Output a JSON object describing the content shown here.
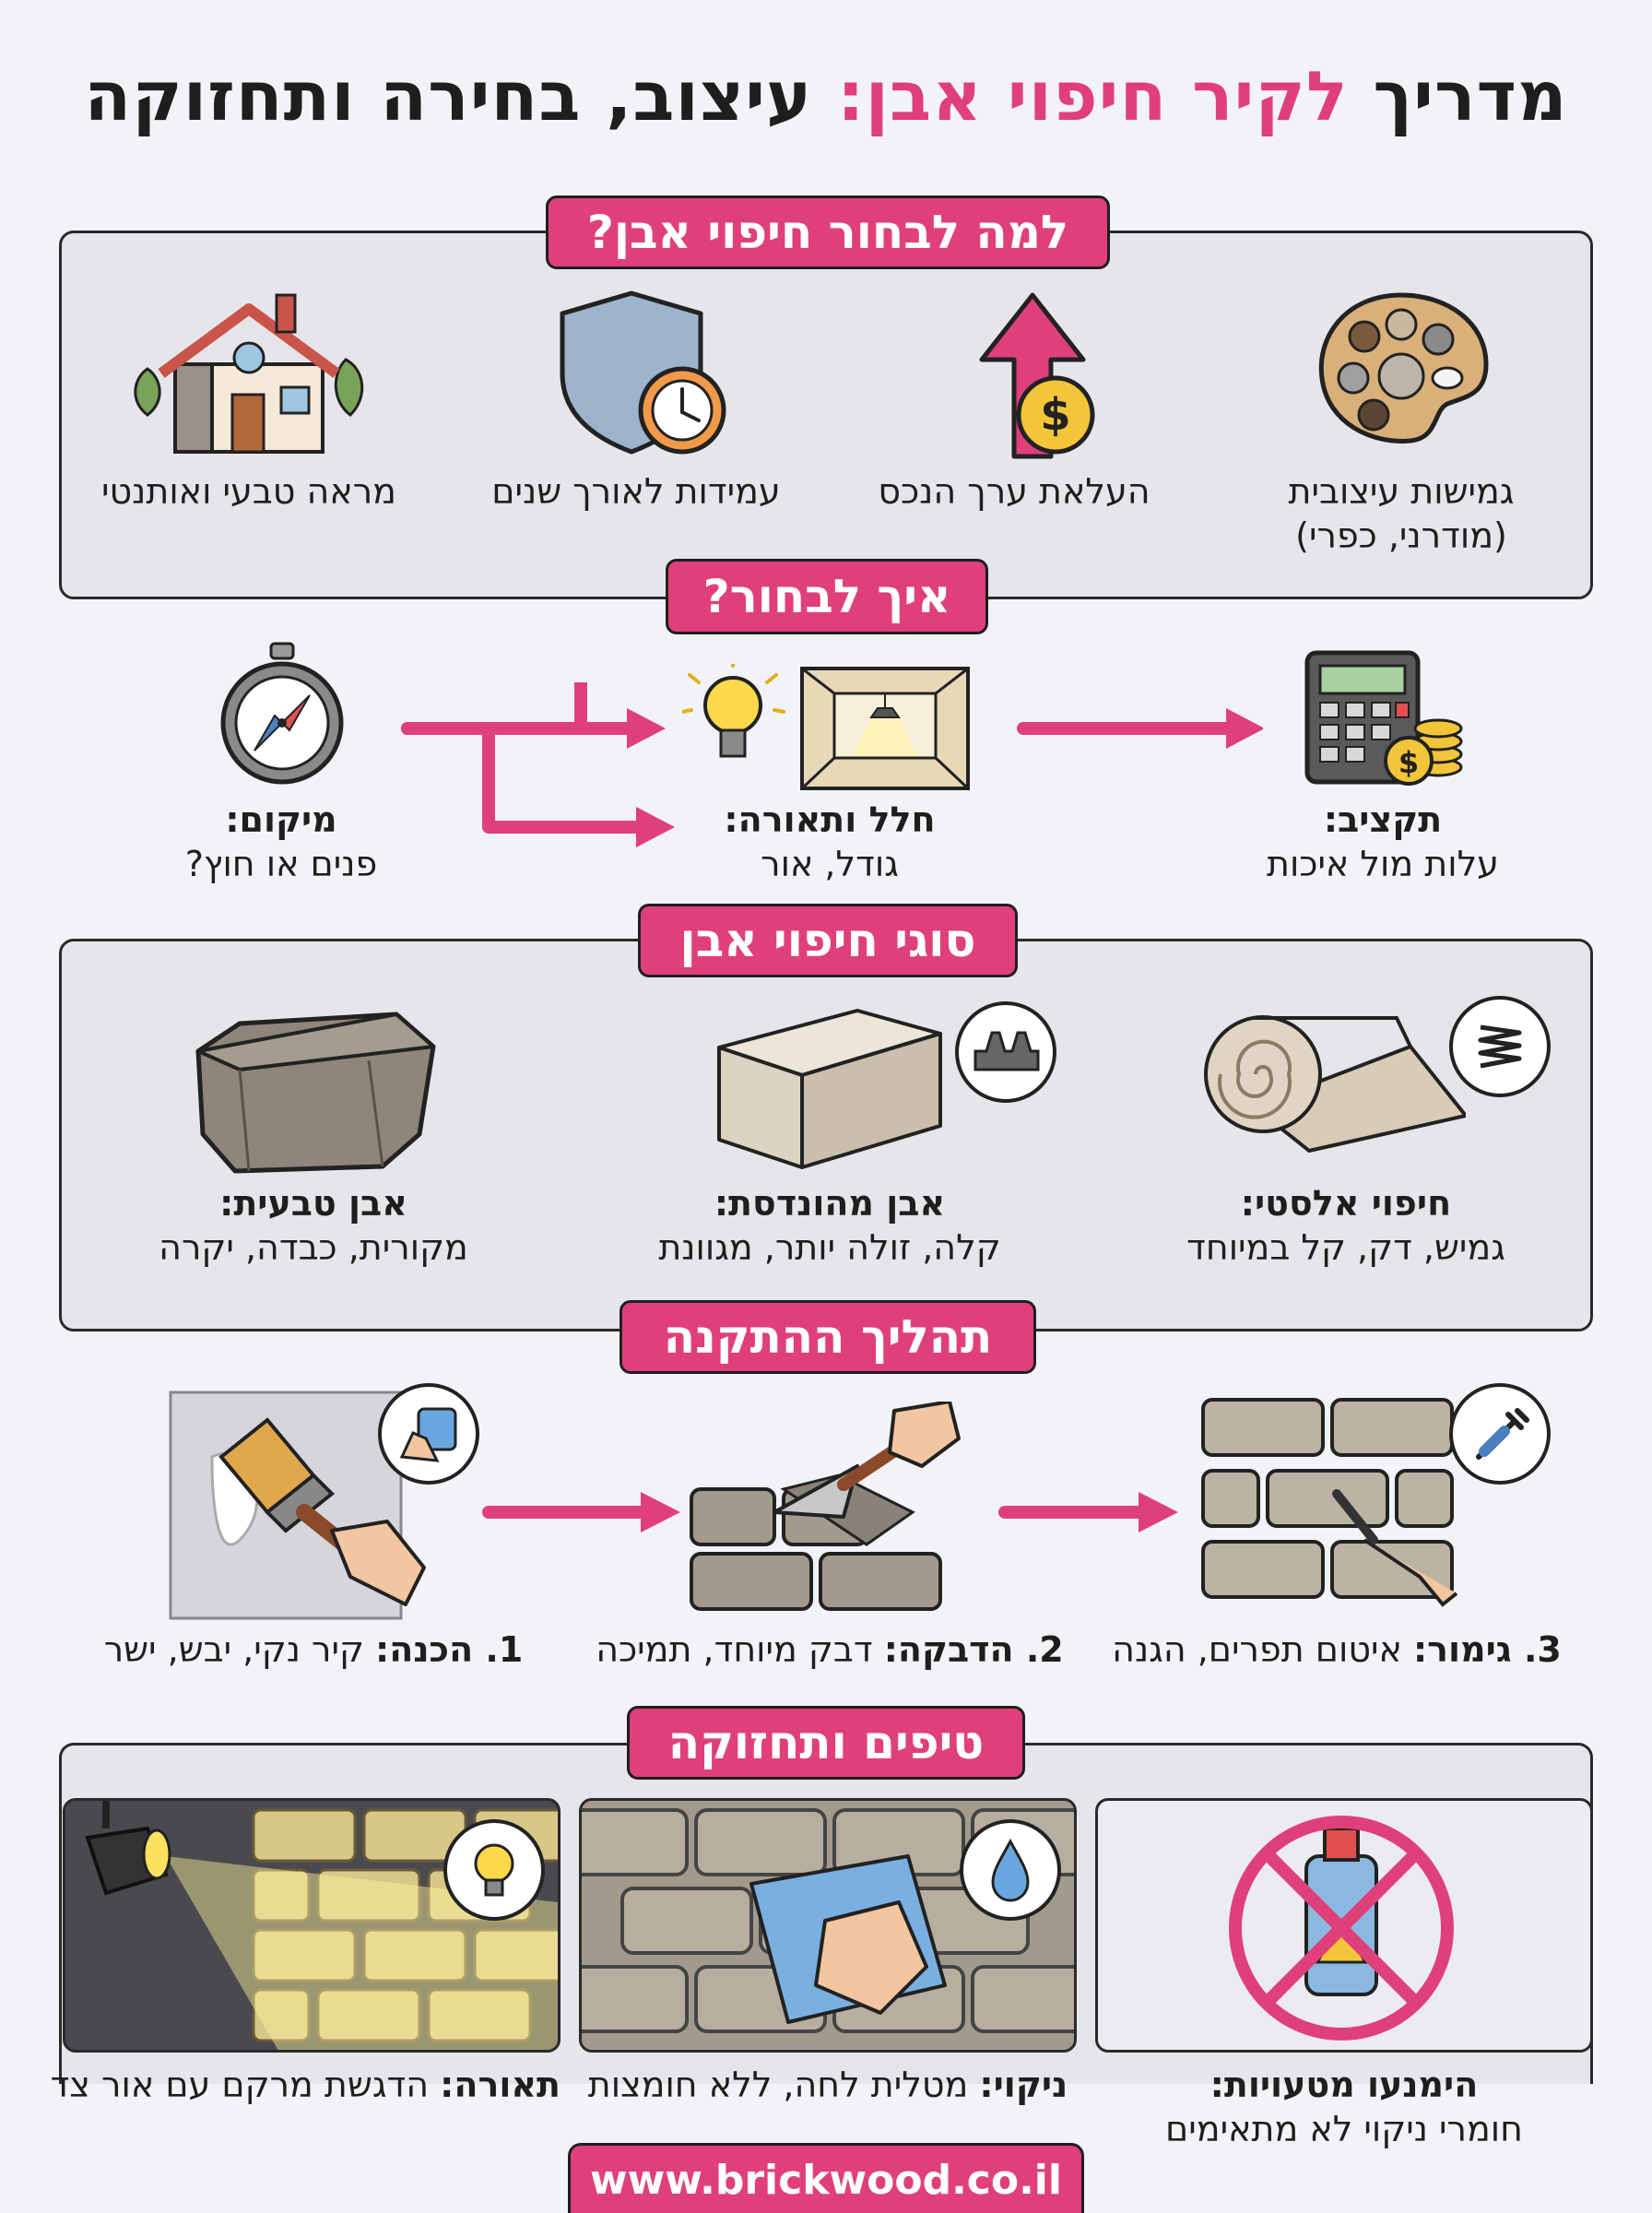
{
  "title": {
    "part1": "מדריך",
    "highlight": "לקיר חיפוי אבן:",
    "part2": "עיצוב, בחירה ותחזוקה"
  },
  "why": {
    "heading": "למה לבחור חיפוי אבן?",
    "items": [
      {
        "line1": "גמישות עיצובית",
        "line2": "(מודרני, כפרי)"
      },
      {
        "line1": "העלאת ערך הנכס"
      },
      {
        "line1": "עמידות לאורך שנים"
      },
      {
        "line1": "מראה טבעי ואותנטי"
      }
    ]
  },
  "how": {
    "heading": "איך לבחור?",
    "items": [
      {
        "title": "תקציב:",
        "desc": "עלות מול איכות"
      },
      {
        "title": "חלל ותאורה:",
        "desc": "גודל, אור"
      },
      {
        "title": "מיקום:",
        "desc": "פנים או חוץ?"
      }
    ]
  },
  "types": {
    "heading": "סוגי חיפוי אבן",
    "items": [
      {
        "title": "חיפוי אלסטי:",
        "desc": "גמיש, דק, קל במיוחד"
      },
      {
        "title": "אבן מהונדסת:",
        "desc": "קלה, זולה יותר, מגוונת"
      },
      {
        "title": "אבן טבעית:",
        "desc": "מקורית, כבדה, יקרה"
      }
    ]
  },
  "install": {
    "heading": "תהליך ההתקנה",
    "items": [
      {
        "title": "3. גימור:",
        "desc": "איטום תפרים, הגנה"
      },
      {
        "title": "2. הדבקה:",
        "desc": "דבק מיוחד, תמיכה"
      },
      {
        "title": "1. הכנה:",
        "desc": "קיר נקי, יבש, ישר"
      }
    ]
  },
  "tips": {
    "heading": "טיפים ותחזוקה",
    "items": [
      {
        "title": "הימנעו מטעויות:",
        "desc": "חומרי ניקוי לא מתאימים"
      },
      {
        "title": "ניקוי:",
        "desc": "מטלית לחה, ללא חומצות"
      },
      {
        "title": "תאורה:",
        "desc": "הדגשת מרקם עם אור צד"
      }
    ]
  },
  "footer": {
    "url": "www.brickwood.co.il"
  },
  "colors": {
    "accent": "#e0407a",
    "panel": "#e6e6ea",
    "background": "#f2f3f6"
  }
}
